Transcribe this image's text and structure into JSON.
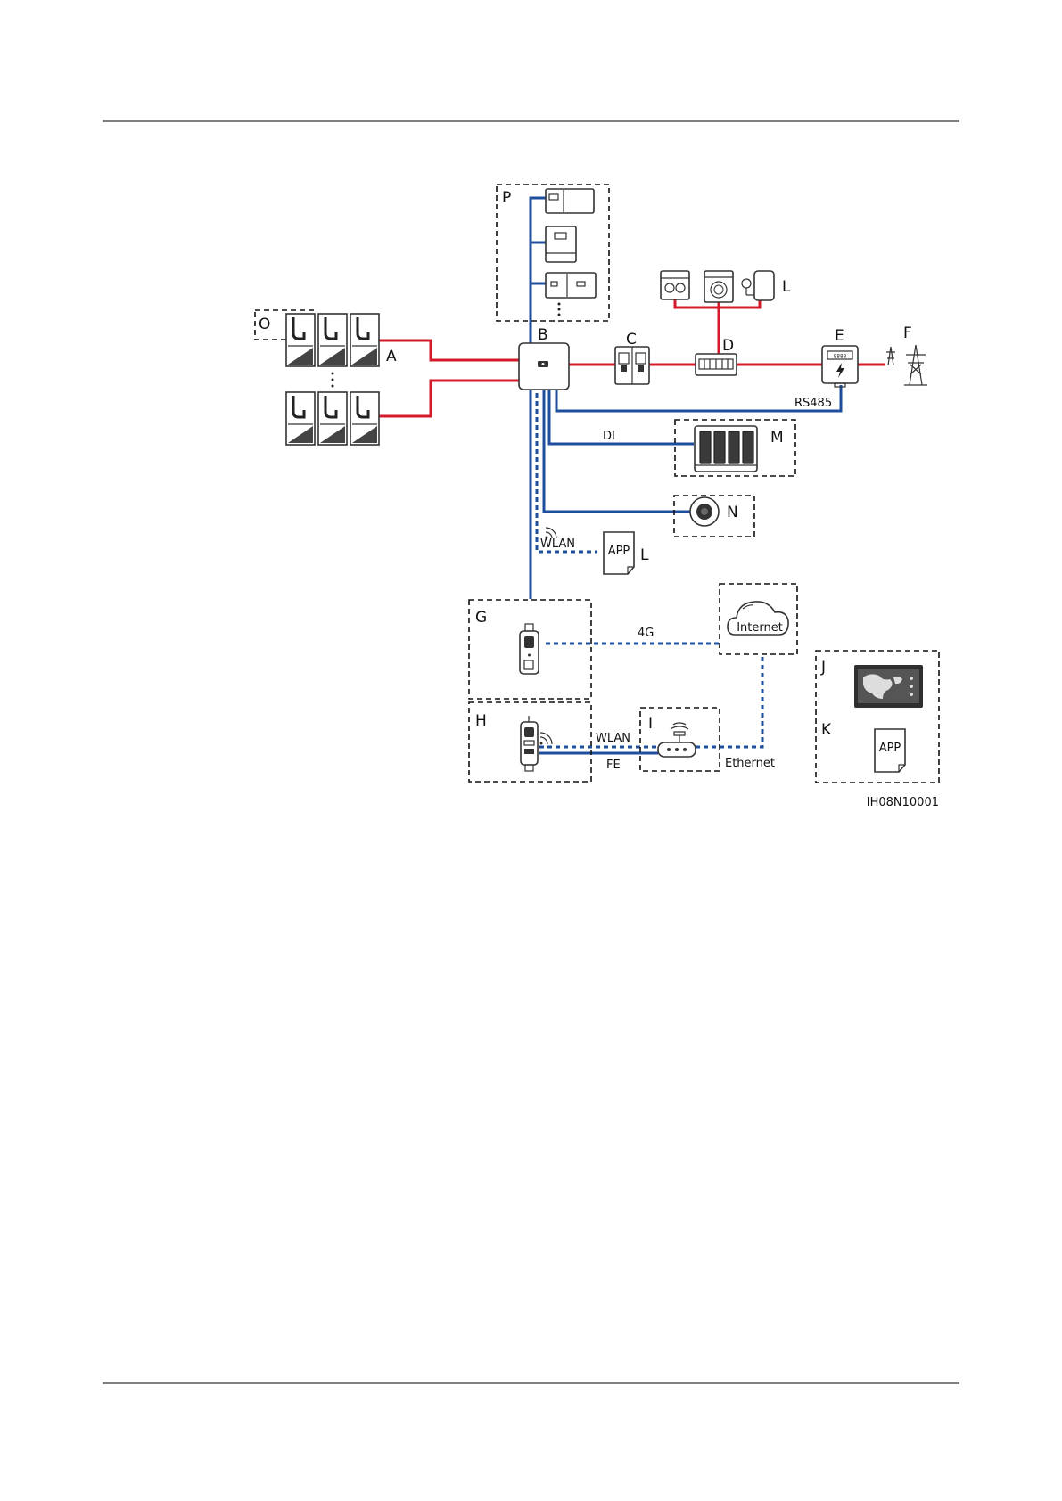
{
  "labels": {
    "A": "A",
    "B": "B",
    "C": "C",
    "D": "D",
    "E": "E",
    "F": "F",
    "G": "G",
    "H": "H",
    "I": "I",
    "J": "J",
    "K": "K",
    "L_top": "L",
    "L_app": "L",
    "M": "M",
    "N": "N",
    "O": "O",
    "P": "P"
  },
  "links": {
    "rs485": "RS485",
    "di": "DI",
    "wlan_app": "WLAN",
    "g4": "4G",
    "wlan_router": "WLAN",
    "fe": "FE",
    "ethernet": "Ethernet"
  },
  "icons": {
    "app_l": "APP",
    "app_k": "APP",
    "internet": "Internet"
  },
  "figure_id": "IH08N10001",
  "colors": {
    "power_line": "#d41a2a",
    "signal_line": "#1f4e9c"
  }
}
